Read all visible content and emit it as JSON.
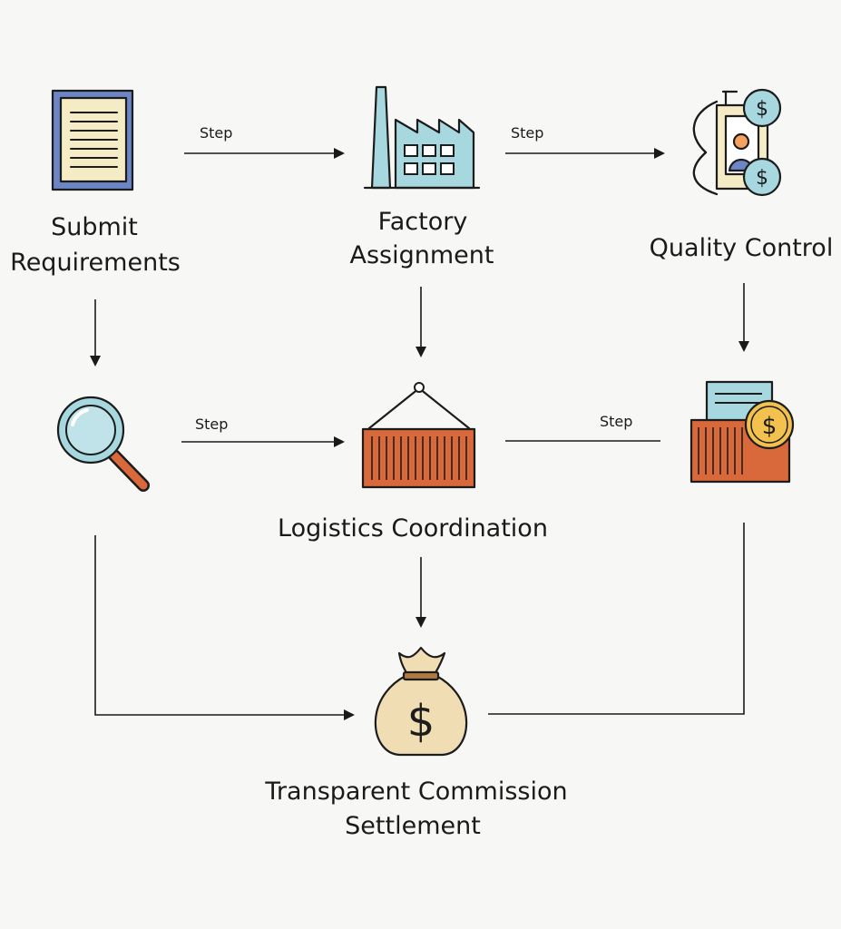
{
  "nodes": {
    "submit": {
      "line1": "Submit",
      "line2": "Requirements",
      "icon": "document-icon"
    },
    "factory": {
      "line1": "Factory",
      "line2": "Assignment",
      "icon": "factory-icon"
    },
    "quality": {
      "line1": "Quality Control",
      "icon": "inspection-icon"
    },
    "search": {
      "icon": "magnifier-icon"
    },
    "logistics": {
      "line1": "Logistics Coordination",
      "icon": "container-icon"
    },
    "payment": {
      "icon": "container-payment-icon"
    },
    "settlement": {
      "line1": "Transparent Commission",
      "line2": "Settlement",
      "icon": "money-bag-icon"
    }
  },
  "edges": {
    "submit_to_factory": "Step",
    "factory_to_quality": "Step",
    "search_to_logistics": "Step",
    "payment_to_logistics": "Step"
  },
  "symbols": {
    "dollar": "$"
  },
  "colors": {
    "ink": "#1c1c1c",
    "teal": "#a7d8df",
    "navy": "#6b85c5",
    "paper": "#f5ecc6",
    "orange": "#d9683a",
    "gold": "#f2c14e",
    "bag": "#f0ddb4",
    "skin": "#f4a261"
  }
}
